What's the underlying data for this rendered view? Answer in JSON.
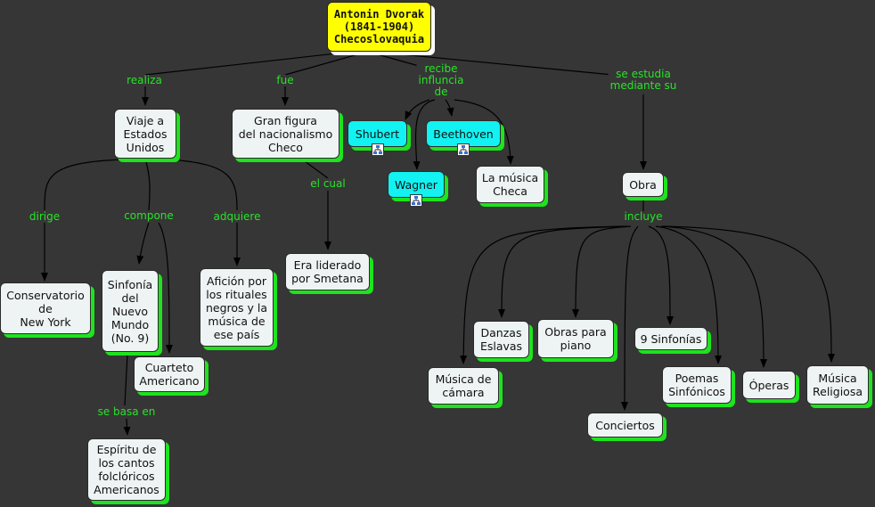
{
  "root": {
    "text": "Antonin Dvorak\n(1841-1904)\nChecoslovaquia"
  },
  "labels": {
    "realiza": "realiza",
    "fue": "fue",
    "recibe": "recibe\ninfluncia\nde",
    "estudia": "se estudia\nmediante su",
    "dirige": "dirige",
    "compone": "compone",
    "adquiere": "adquiere",
    "elcual": "el cual",
    "sebasa": "se basa en",
    "incluye": "incluye"
  },
  "nodes": {
    "viaje": "Viaje a\nEstados\nUnidos",
    "granfigura": "Gran figura\ndel nacionalismo\nCheco",
    "shubert": "Shubert",
    "beethoven": "Beethoven",
    "wagner": "Wagner",
    "musicacheca": "La música\nCheca",
    "obra": "Obra",
    "conservatorio": "Conservatorio\nde\nNew York",
    "sinfonia": "Sinfonía\ndel\nNuevo\nMundo\n(No. 9)",
    "cuarteto": "Cuarteto\nAmericano",
    "aficion": "Afición por\nlos rituales\nnegros y la\nmúsica de\nese país",
    "liderado": "Era liderado\npor Smetana",
    "espiritu": "Espíritu de\nlos cantos\nfolclóricos\nAmericanos",
    "camara": "Música de\ncámara",
    "danzas": "Danzas\nEslavas",
    "piano": "Obras para\npiano",
    "conciertos": "Conciertos",
    "sinfonias": "9 Sinfonías",
    "poemas": "Poemas\nSinfónicos",
    "operas": "Óperas",
    "religiosa": "Música\nReligiosa"
  },
  "icons": {
    "submap": "concept-submap-icon"
  }
}
